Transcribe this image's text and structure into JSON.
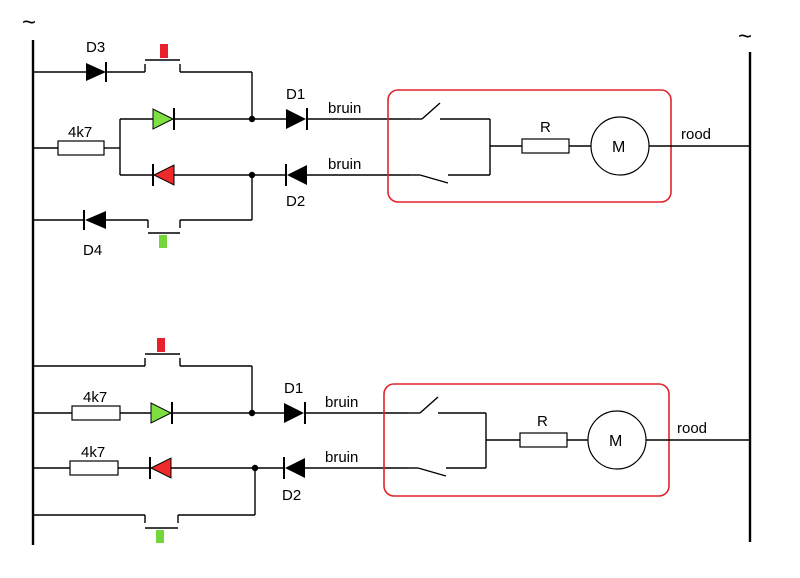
{
  "supply": {
    "left_symbol": "~",
    "right_symbol": "~"
  },
  "colors": {
    "wire": "#000000",
    "box": "#e0242c",
    "red_button": "#e8212a",
    "green_button": "#74d63a",
    "green_led": "#7ee040",
    "red_led": "#ee2a2a"
  },
  "top_circuit": {
    "d3": "D3",
    "d4": "D4",
    "d1": "D1",
    "d2": "D2",
    "resistor": "4k7",
    "wire_upper": "bruin",
    "wire_lower": "bruin",
    "motor_resistor": "R",
    "motor": "M",
    "wire_out": "rood"
  },
  "bottom_circuit": {
    "d1": "D1",
    "d2": "D2",
    "resistor_upper": "4k7",
    "resistor_lower": "4k7",
    "wire_upper": "bruin",
    "wire_lower": "bruin",
    "motor_resistor": "R",
    "motor": "M",
    "wire_out": "rood"
  }
}
